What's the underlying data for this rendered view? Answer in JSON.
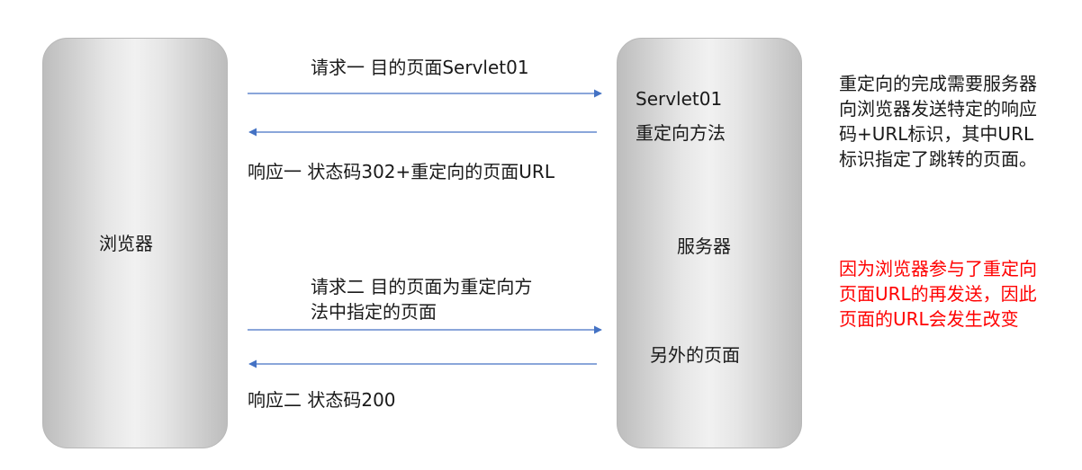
{
  "browser": {
    "label": "浏览器"
  },
  "server": {
    "label": "服务器",
    "servlet": "Servlet01",
    "method": "重定向方法",
    "other_page": "另外的页面"
  },
  "request1": {
    "label": "请求一 目的页面Servlet01"
  },
  "response1": {
    "label": "响应一    状态码302+重定向的页面URL"
  },
  "request2": {
    "line1": "请求二 目的页面为重定向方",
    "line2": "法中指定的页面"
  },
  "response2": {
    "label": "响应二    状态码200"
  },
  "notes": {
    "black": "重定向的完成需要服务器向浏览器发送特定的响应码+URL标识，其中URL标识指定了跳转的页面。",
    "red": "因为浏览器参与了重定向页面URL的再发送，因此页面的URL会发生改变"
  },
  "colors": {
    "arrow": "#4472c4",
    "note_red": "#ff0000",
    "box_fill": "#e6e6e6"
  }
}
